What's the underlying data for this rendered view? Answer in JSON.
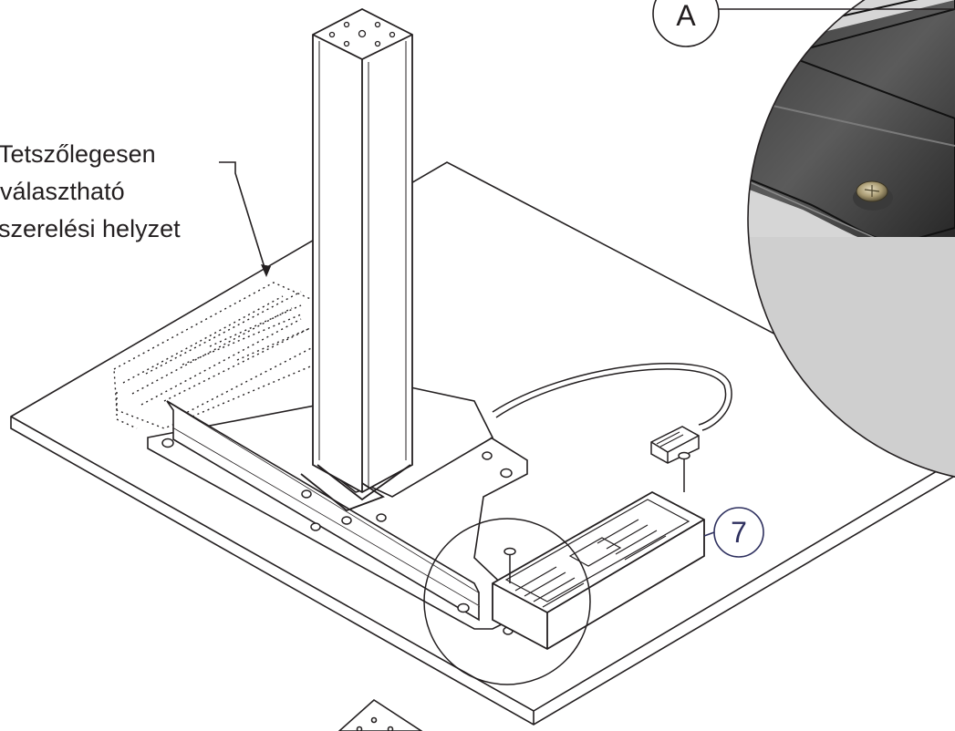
{
  "annotation": {
    "lines": [
      "Tetszőlegesen",
      "választható",
      "szerelési helyzet"
    ]
  },
  "detail_label": "A",
  "step_number": "7",
  "colors": {
    "line": "#231f20",
    "step_circle_text": "#2d2f5e",
    "detail_dark": "#2e2e2e",
    "detail_light": "#cfcfcf",
    "screw_head": "#a89a72"
  },
  "icons": {
    "detail_circle": "magnified-detail-view",
    "screw": "mounting-screw-icon",
    "connector": "cable-connector-icon"
  }
}
